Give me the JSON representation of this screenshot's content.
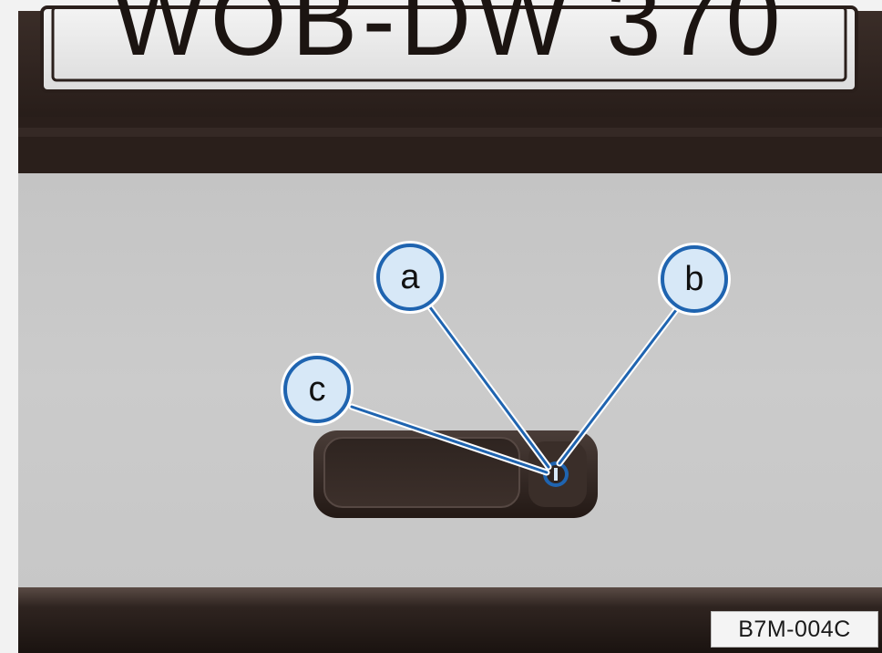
{
  "license_plate": {
    "text": "WOB-DW 370"
  },
  "callouts": [
    {
      "id": "a",
      "label": "a"
    },
    {
      "id": "b",
      "label": "b"
    },
    {
      "id": "c",
      "label": "c"
    }
  ],
  "figure_code": "B7M-004C",
  "colors": {
    "callout_ring": "#1f64b0",
    "callout_fill": "#d7e8f7",
    "leader_line": "#1f64b0",
    "tailgate_panel": "#c9c9c9",
    "trim_dark": "#2c211d"
  }
}
